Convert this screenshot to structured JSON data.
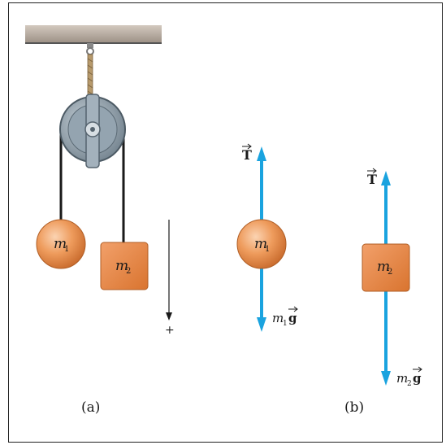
{
  "labels": {
    "panel_a": "(a)",
    "panel_b": "(b)",
    "plus": "+",
    "m1_main": "m",
    "m1_sub": "1",
    "m2_main": "m",
    "m2_sub": "2",
    "tension": "T",
    "weight1_m": "m",
    "weight1_sub": "1",
    "weight1_g": "g",
    "weight2_m": "m",
    "weight2_sub": "2",
    "weight2_g": "g"
  },
  "colors": {
    "arrow": "#1aa3df",
    "ball": "#e98a4a",
    "block": "#e98a4a",
    "pulley": "#8a9aa6",
    "ceiling": "#b8ada2"
  }
}
